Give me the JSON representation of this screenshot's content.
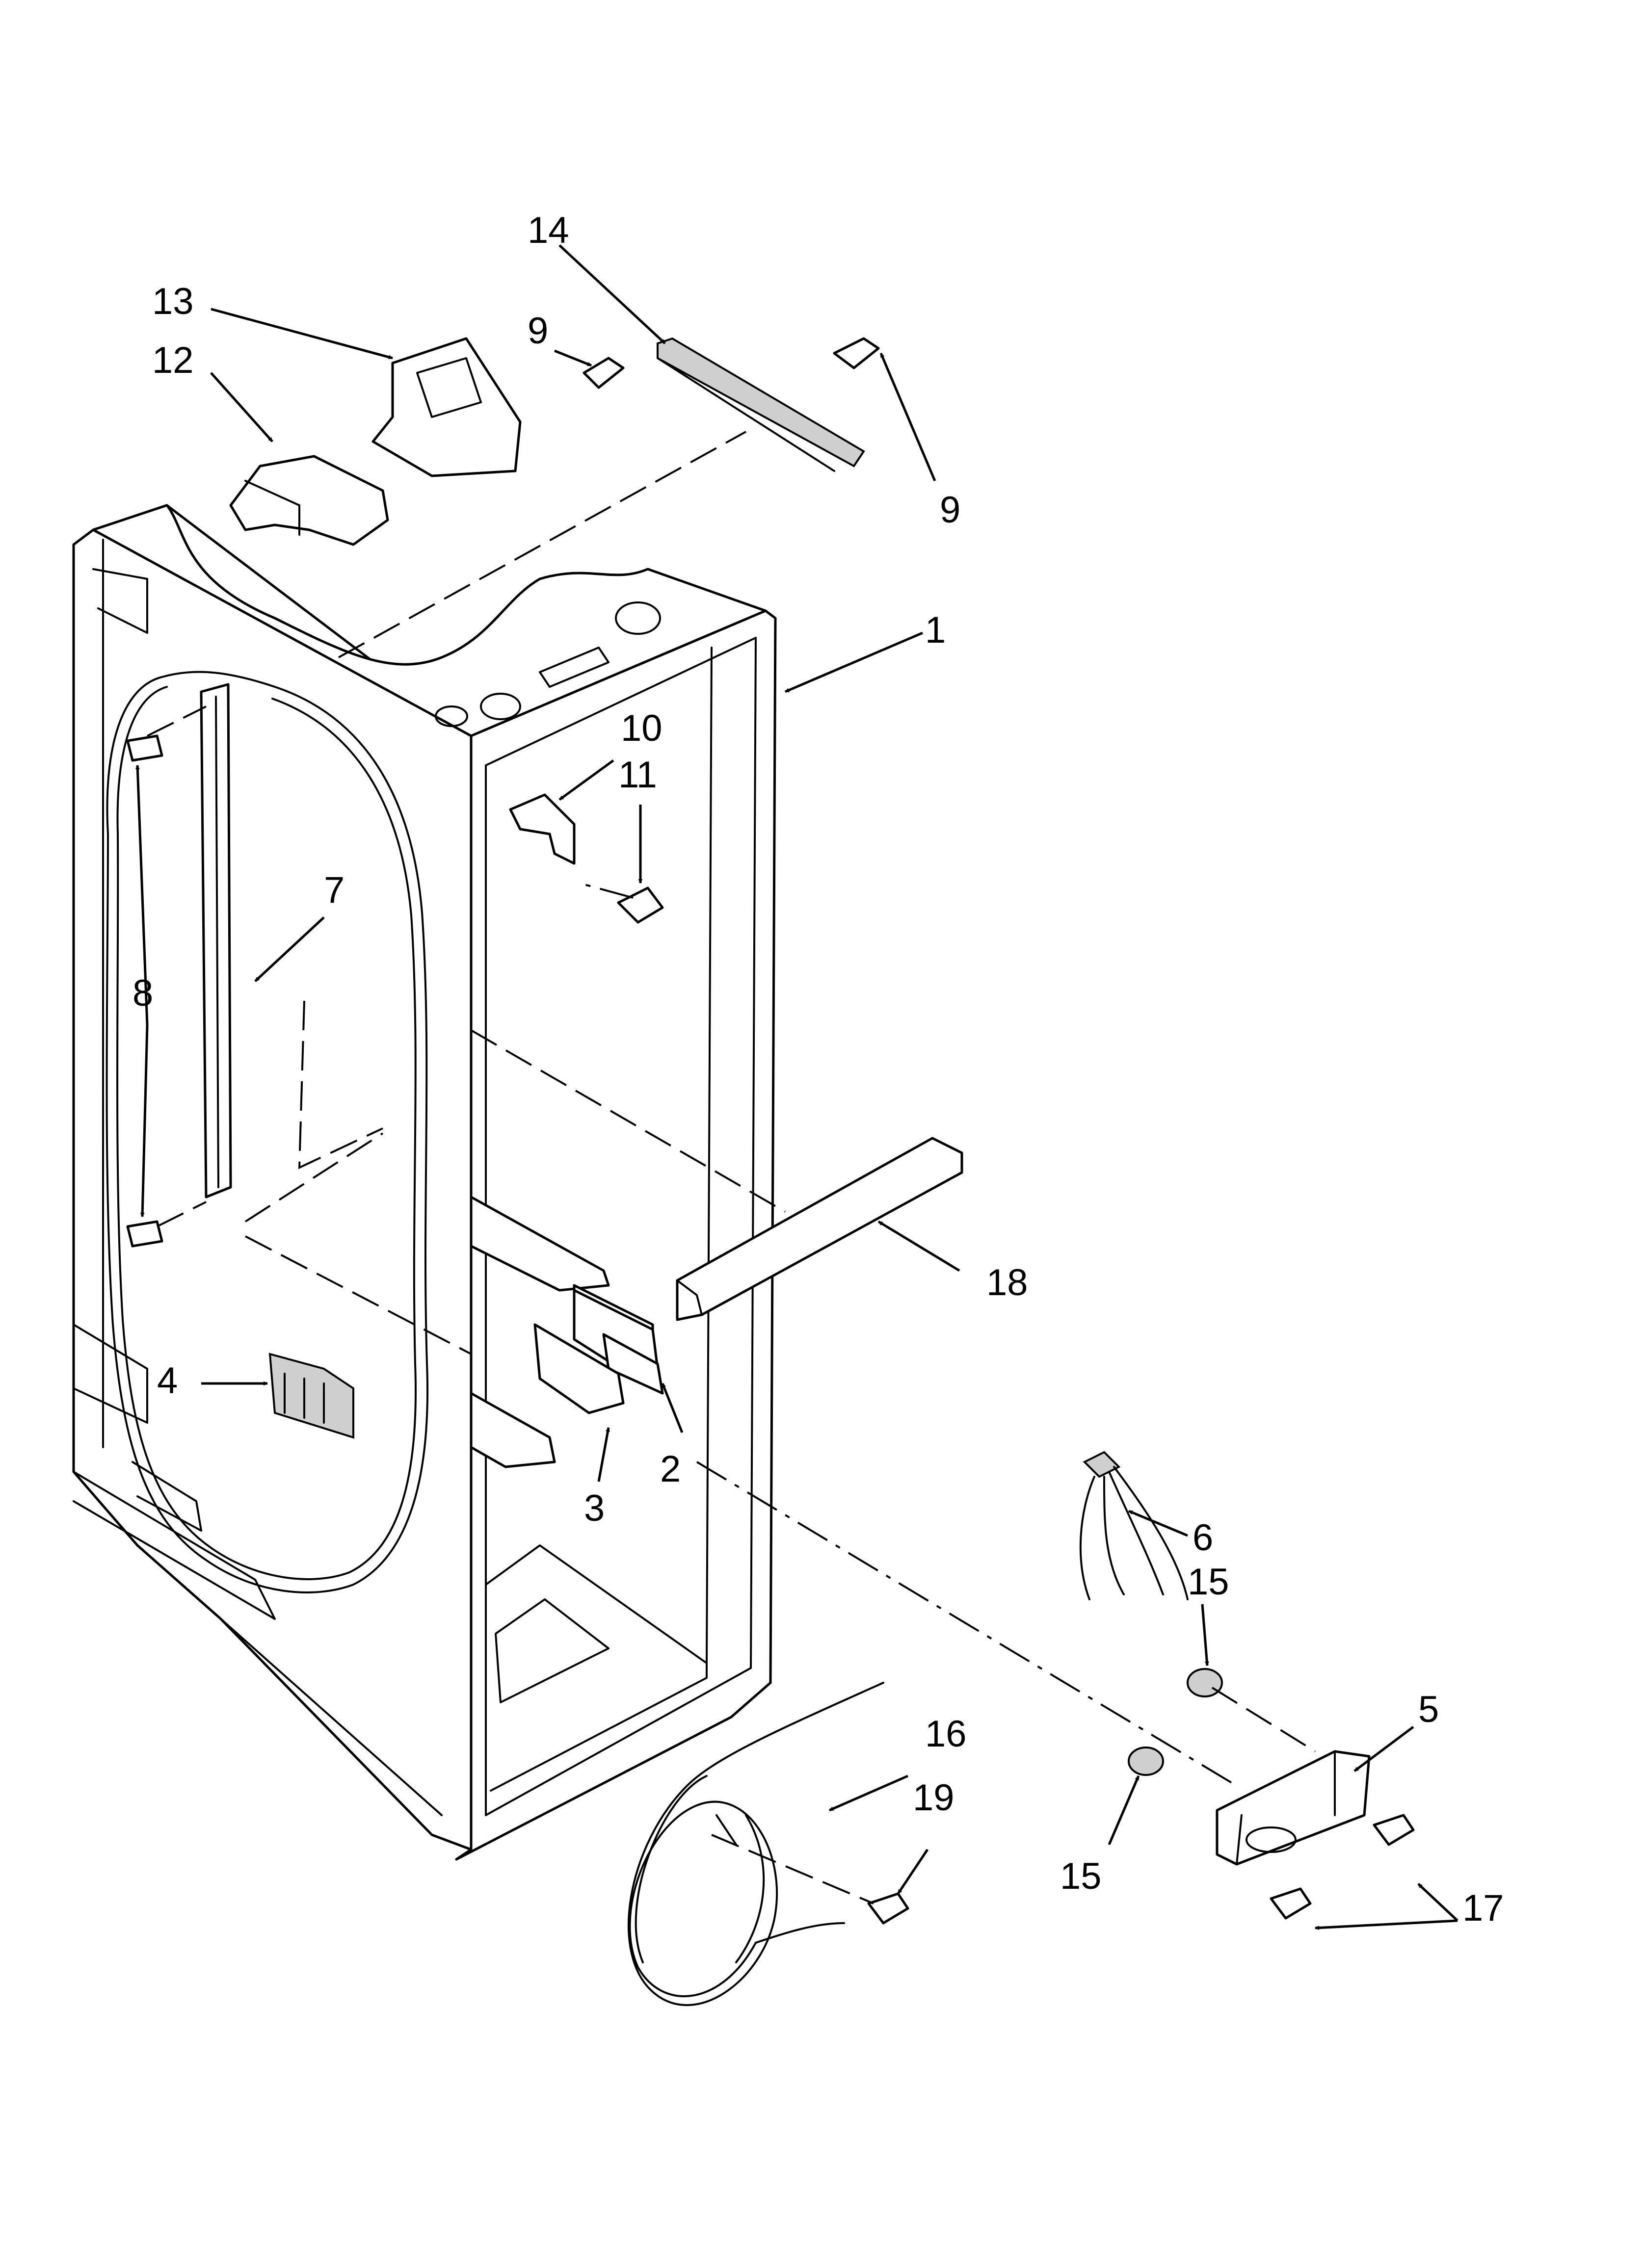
{
  "diagram": {
    "callouts": [
      {
        "id": "c1",
        "label": "1"
      },
      {
        "id": "c2",
        "label": "2"
      },
      {
        "id": "c3",
        "label": "3"
      },
      {
        "id": "c4",
        "label": "4"
      },
      {
        "id": "c5",
        "label": "5"
      },
      {
        "id": "c6",
        "label": "6"
      },
      {
        "id": "c7",
        "label": "7"
      },
      {
        "id": "c8",
        "label": "8"
      },
      {
        "id": "c9a",
        "label": "9"
      },
      {
        "id": "c9b",
        "label": "9"
      },
      {
        "id": "c10",
        "label": "10"
      },
      {
        "id": "c11",
        "label": "11"
      },
      {
        "id": "c12",
        "label": "12"
      },
      {
        "id": "c13",
        "label": "13"
      },
      {
        "id": "c14",
        "label": "14"
      },
      {
        "id": "c15a",
        "label": "15"
      },
      {
        "id": "c15b",
        "label": "15"
      },
      {
        "id": "c16",
        "label": "16"
      },
      {
        "id": "c17",
        "label": "17"
      },
      {
        "id": "c18",
        "label": "18"
      },
      {
        "id": "c19",
        "label": "19"
      }
    ]
  }
}
